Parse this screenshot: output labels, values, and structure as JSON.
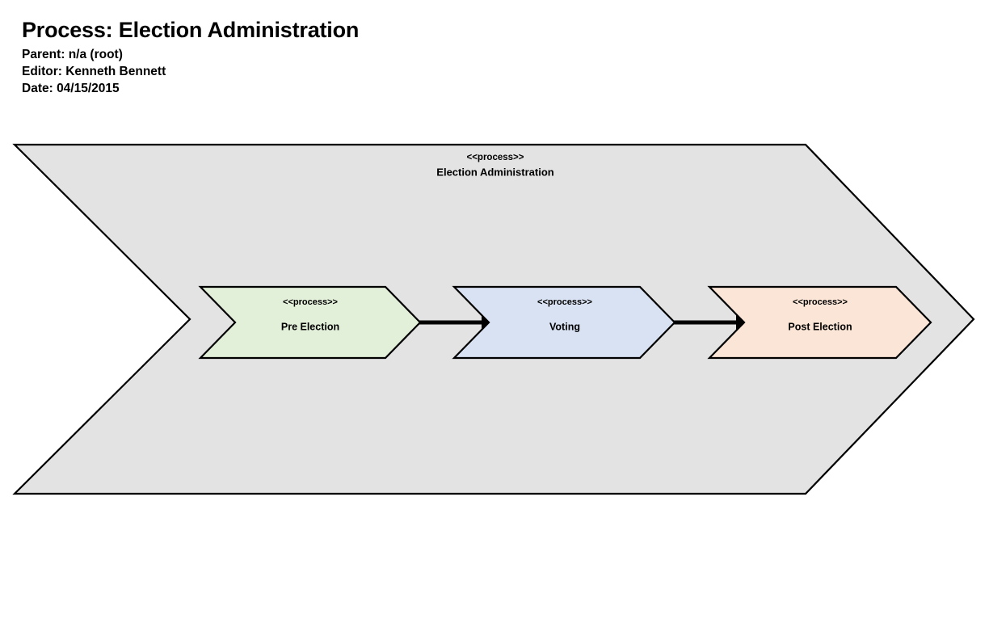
{
  "header": {
    "title": "Process: Election Administration",
    "parent": "Parent: n/a (root)",
    "editor": "Editor: Kenneth Bennett",
    "date": "Date: 04/15/2015"
  },
  "diagram": {
    "type": "chevron-process-flow",
    "outer": {
      "stereotype": "<<process>>",
      "name": "Election Administration",
      "fill": "#E3E3E3",
      "stroke": "#000000"
    },
    "steps": [
      {
        "id": "pre-election",
        "stereotype": "<<process>>",
        "name": "Pre Election",
        "fill": "#E2EFD9",
        "stroke": "#000000"
      },
      {
        "id": "voting",
        "stereotype": "<<process>>",
        "name": "Voting",
        "fill": "#D9E2F3",
        "stroke": "#000000"
      },
      {
        "id": "post-election",
        "stereotype": "<<process>>",
        "name": "Post Election",
        "fill": "#FBE5D6",
        "stroke": "#000000"
      }
    ],
    "connectors": [
      {
        "id": "pre-to-voting",
        "from": "pre-election",
        "to": "voting",
        "style": "solid-arrow"
      },
      {
        "id": "voting-to-post",
        "from": "voting",
        "to": "post-election",
        "style": "solid-arrow"
      }
    ]
  },
  "colors": {
    "background": "#FFFFFF",
    "outline": "#000000",
    "outer_fill": "#E3E3E3",
    "step1_fill": "#E2EFD9",
    "step2_fill": "#D9E2F3",
    "step3_fill": "#FBE5D6"
  }
}
